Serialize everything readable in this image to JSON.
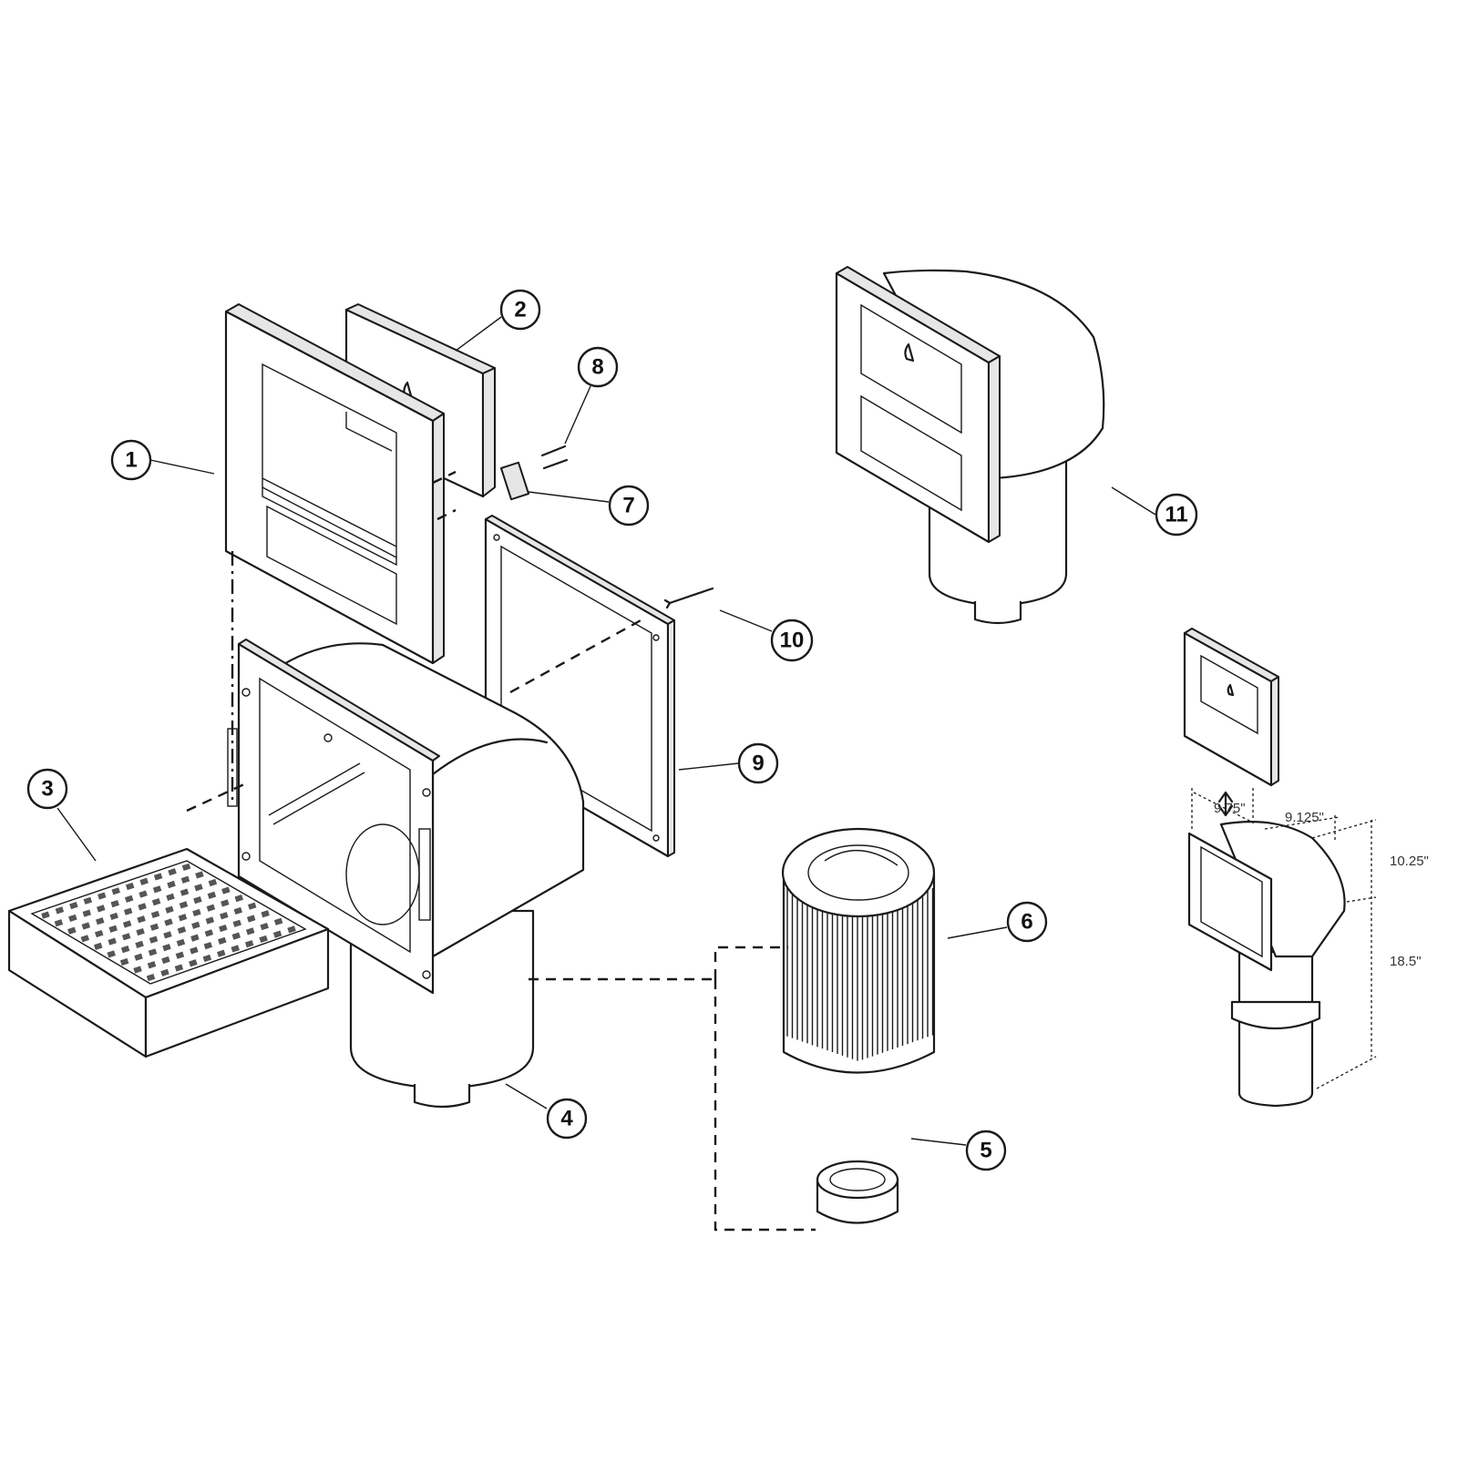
{
  "callouts": [
    {
      "id": "1",
      "label": "1"
    },
    {
      "id": "2",
      "label": "2"
    },
    {
      "id": "3",
      "label": "3"
    },
    {
      "id": "4",
      "label": "4"
    },
    {
      "id": "5",
      "label": "5"
    },
    {
      "id": "6",
      "label": "6"
    },
    {
      "id": "7",
      "label": "7"
    },
    {
      "id": "8",
      "label": "8"
    },
    {
      "id": "9",
      "label": "9"
    },
    {
      "id": "10",
      "label": "10"
    },
    {
      "id": "11",
      "label": "11"
    }
  ],
  "dimensions": {
    "width_a": "9.75\"",
    "width_b": "9.125\"",
    "height_top": "10.25\"",
    "height_bottom": "18.5\""
  }
}
